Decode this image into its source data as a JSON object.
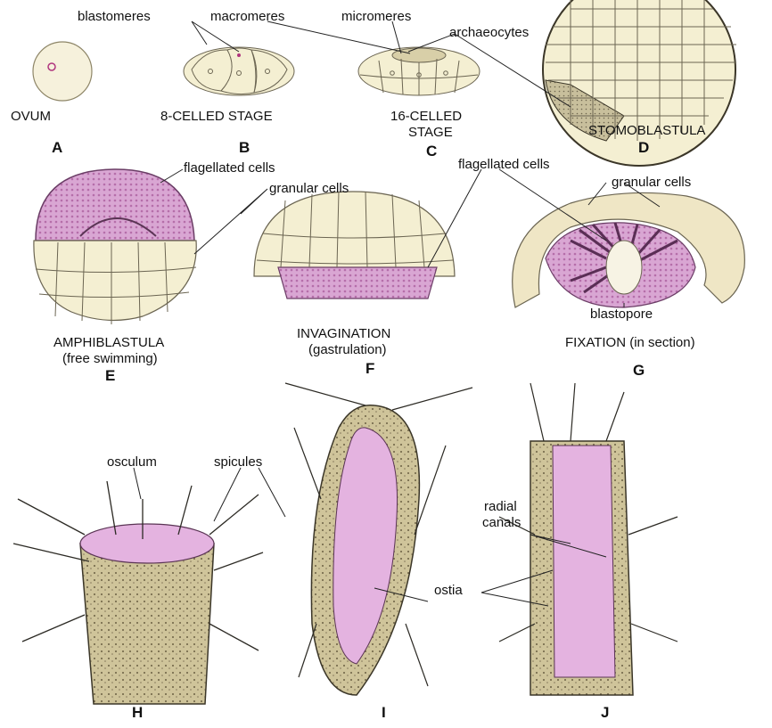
{
  "stages": {
    "A": {
      "letter": "A",
      "caption": "OVUM"
    },
    "B": {
      "letter": "B",
      "caption": "8-CELLED STAGE"
    },
    "C": {
      "letter": "C",
      "caption_line1": "16-CELLED",
      "caption_line2": "STAGE"
    },
    "D": {
      "letter": "D",
      "caption": "STOMOBLASTULA"
    },
    "E": {
      "letter": "E",
      "caption_line1": "AMPHIBLASTULA",
      "caption_line2": "(free swimming)"
    },
    "F": {
      "letter": "F",
      "caption_line1": "INVAGINATION",
      "caption_line2": "(gastrulation)"
    },
    "G": {
      "letter": "G",
      "caption": "FIXATION (in section)"
    },
    "H": {
      "letter": "H"
    },
    "I": {
      "letter": "I"
    },
    "J": {
      "letter": "J"
    }
  },
  "labels": {
    "blastomeres": "blastomeres",
    "macromeres": "macromeres",
    "micromeres": "micromeres",
    "archaeocytes": "archaeocytes",
    "flagellated_cells_e": "flagellated cells",
    "granular_cells_e": "granular cells",
    "flagellated_cells_g": "flagellated cells",
    "granular_cells_g": "granular cells",
    "blastopore": "blastopore",
    "osculum": "osculum",
    "spicules": "spicules",
    "radial_canals_line1": "radial",
    "radial_canals_line2": "canals",
    "ostia": "ostia"
  },
  "colors": {
    "cell_fill": "#f4efd2",
    "cell_stroke": "#6b6552",
    "pink": "#d9a6d3",
    "pink_dark": "#a3479a",
    "granular": "#bdb38f",
    "body_tan": "#d9cfa6"
  }
}
